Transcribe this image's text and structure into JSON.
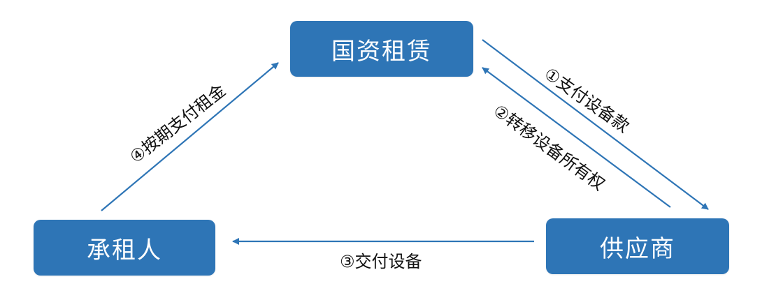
{
  "nodes": {
    "guozi": "国资租赁",
    "chengzu": "承租人",
    "gongying": "供应商"
  },
  "edges": {
    "e1": "①支付设备款",
    "e2": "②转移设备所有权",
    "e3": "③交付设备",
    "e4": "④按期支付租金"
  },
  "colors": {
    "node_fill": "#2e75b6",
    "node_text": "#ffffff",
    "arrow": "#2e75b6",
    "label_text": "#111111"
  }
}
